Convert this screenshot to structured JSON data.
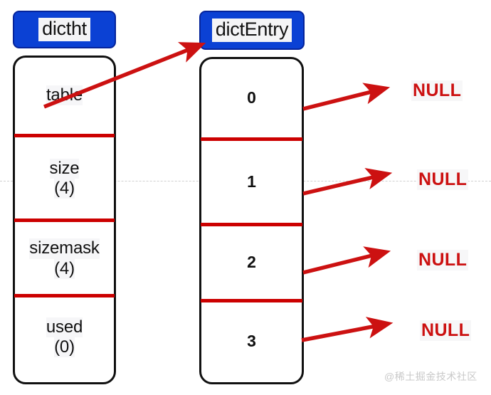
{
  "diagram": {
    "title_hidden": "",
    "colors": {
      "pill_fill": "#0b41d4",
      "pill_border": "#05249b",
      "box_border": "#111111",
      "divider_red": "#cc0000",
      "arrow_red": "#cc1111",
      "null_text": "#cc1111",
      "guide_line": "#c8c8c8",
      "watermark": "#c9c9c9"
    },
    "pills": [
      {
        "id": "dictht",
        "label": "dictht"
      },
      {
        "id": "dictentry",
        "label": "dictEntry"
      }
    ],
    "dictht": {
      "pill_label": "dictht",
      "fields": [
        {
          "name": "table",
          "value": ""
        },
        {
          "name": "size",
          "value": "(4)"
        },
        {
          "name": "sizemask",
          "value": "(4)"
        },
        {
          "name": "used",
          "value": "(0)"
        }
      ]
    },
    "dictentry": {
      "pill_label": "dictEntry",
      "slots": [
        {
          "index": "0",
          "target": "NULL"
        },
        {
          "index": "1",
          "target": "NULL"
        },
        {
          "index": "2",
          "target": "NULL"
        },
        {
          "index": "3",
          "target": "NULL"
        }
      ]
    },
    "null_labels": [
      {
        "text": "NULL"
      },
      {
        "text": "NULL"
      },
      {
        "text": "NULL"
      },
      {
        "text": "NULL"
      }
    ],
    "pointer_arrow": {
      "from": "table",
      "to": "dictEntry"
    },
    "watermark": "@稀土掘金技术社区"
  }
}
